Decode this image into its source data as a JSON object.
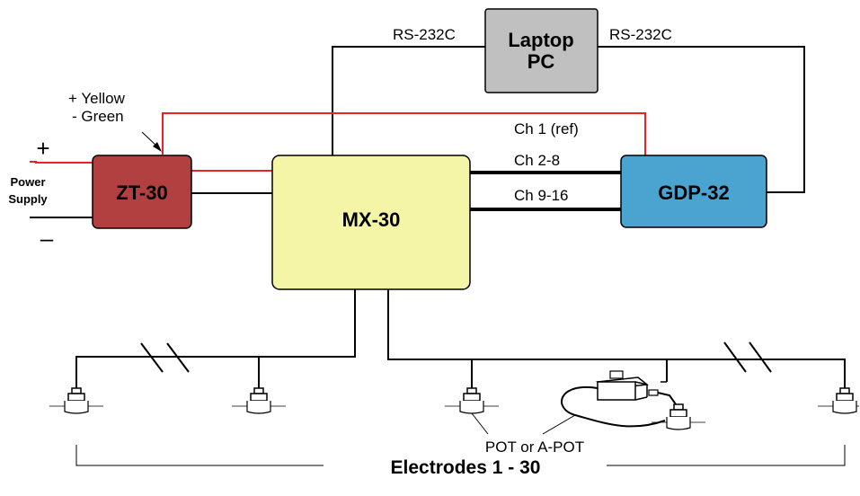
{
  "blocks": {
    "laptop_line1": "Laptop",
    "laptop_line2": "PC",
    "zt30": "ZT-30",
    "mx30": "MX-30",
    "gdp32": "GDP-32"
  },
  "labels": {
    "rs232_left": "RS-232C",
    "rs232_right": "RS-232C",
    "plus_yellow": "+ Yellow",
    "minus_green": "- Green",
    "power_line1": "Power",
    "power_line2": "Supply",
    "plus_sign": "+",
    "minus_sign": "–",
    "ch1": "Ch 1 (ref)",
    "ch2_8": "Ch 2-8",
    "ch9_16": "Ch 9-16",
    "pot": "POT or A-POT",
    "electrodes": "Electrodes 1 - 30"
  },
  "colors": {
    "laptop": "#c0c0c0",
    "zt30": "#b34040",
    "mx30": "#f5f5a8",
    "gdp32": "#4ba3cf",
    "red_wire": "#e8242a",
    "black_wire": "#000000"
  }
}
